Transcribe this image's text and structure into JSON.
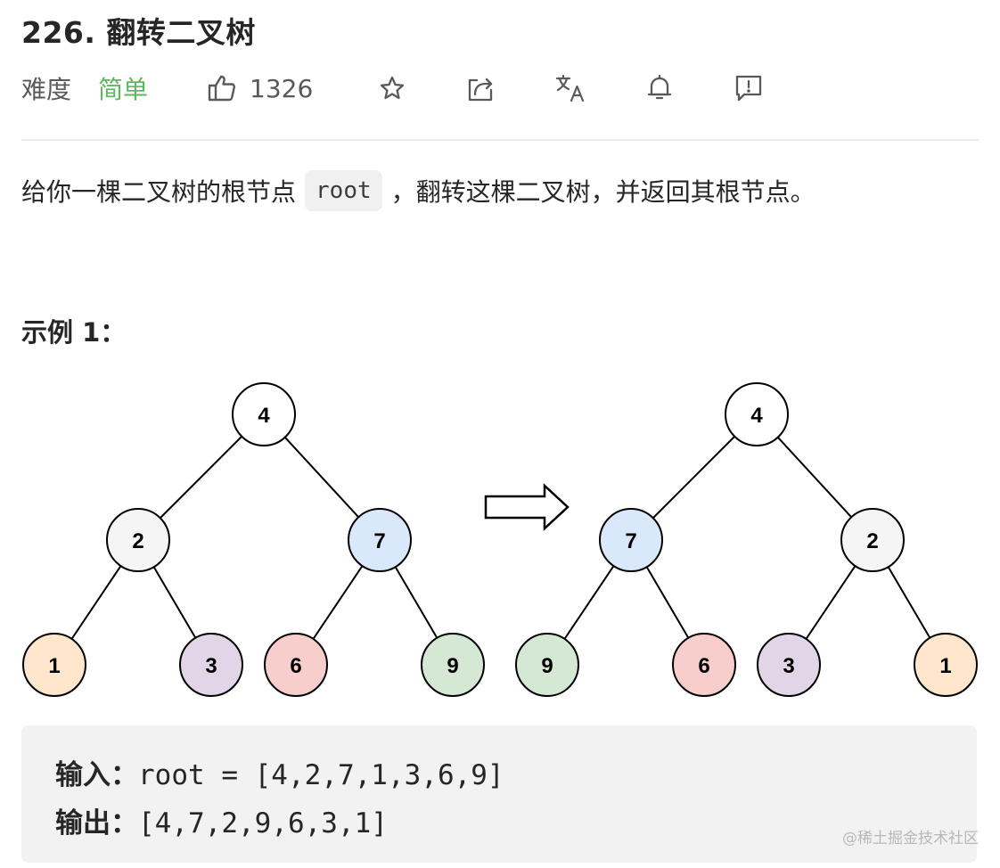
{
  "problem": {
    "title": "226. 翻转二叉树",
    "difficulty_label": "难度",
    "difficulty_value": "简单",
    "likes": "1326",
    "difficulty_color": "#5cb85c"
  },
  "toolbar": {
    "icons": [
      "thumbs-up-icon",
      "star-icon",
      "share-icon",
      "translate-icon",
      "bell-icon",
      "feedback-icon"
    ]
  },
  "description": {
    "text_before": "给你一棵二叉树的根节点",
    "code": "root",
    "text_after": "，翻转这棵二叉树，并返回其根节点。"
  },
  "example": {
    "title": "示例 1：",
    "input_label": "输入：",
    "input_value": "root = [4,2,7,1,3,6,9]",
    "output_label": "输出：",
    "output_value": "[4,7,2,9,6,3,1]"
  },
  "diagram": {
    "left_tree": [
      "4",
      "2",
      "7",
      "1",
      "3",
      "6",
      "9"
    ],
    "right_tree": [
      "4",
      "7",
      "2",
      "9",
      "6",
      "3",
      "1"
    ],
    "node_colors": {
      "4": "#ffffff",
      "2": "#f5f5f5",
      "7": "#dae8fc",
      "1": "#ffe6cc",
      "3": "#e1d5e7",
      "6": "#f8cecc",
      "9": "#d5e8d4"
    },
    "arrow": "right-arrow"
  },
  "watermark": "@稀土掘金技术社区"
}
